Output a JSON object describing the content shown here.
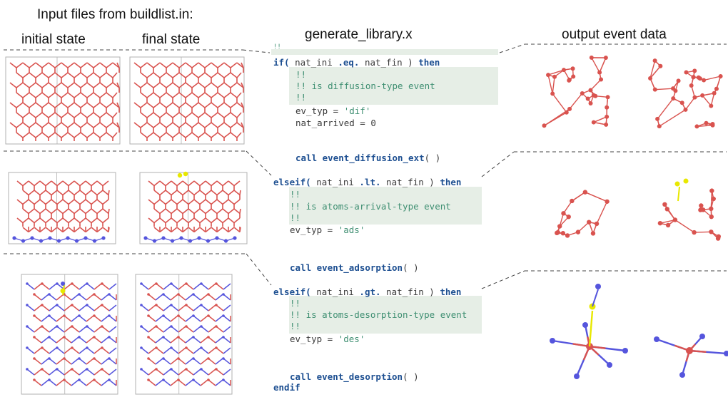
{
  "headers": {
    "input_files": "Input files from buildlist.in:",
    "initial_state": "initial state",
    "final_state": "final state",
    "generate_library": "generate_library.x",
    "output_event": "output event data"
  },
  "code": {
    "blank_comment": "!!",
    "if_kw": "if(",
    "if_cond_a": " nat_ini ",
    "eq_op": ".eq.",
    "if_cond_b": " nat_fin ) ",
    "then_kw": "then",
    "comment_open": "!!",
    "dif_comment": "!! is diffusion-type event",
    "comment_close": "!!",
    "ev_typ_dif": "ev_typ = ",
    "dif_val": "'dif'",
    "nat_arrived": "nat_arrived = 0",
    "call1_kw": "call",
    "call1_name": "event_diffusion_ext",
    "call1_args": "( )",
    "elseif1_kw": "elseif(",
    "elseif1_cond_a": " nat_ini ",
    "lt_op": ".lt.",
    "elseif1_cond_b": " nat_fin ) ",
    "then1_kw": "then",
    "ads_comment_open": "!!",
    "ads_comment": "!! is atoms-arrival-type event",
    "ads_comment_close": "!!",
    "ev_typ_ads": "ev_typ = ",
    "ads_val": "'ads'",
    "call2_kw": "call",
    "call2_name": "event_adsorption",
    "call2_args": "( )",
    "elseif2_kw": "elseif(",
    "elseif2_cond_a": " nat_ini ",
    "gt_op": ".gt.",
    "elseif2_cond_b": " nat_fin ) ",
    "then2_kw": "then",
    "des_comment_open": "!!",
    "des_comment": "!! is atoms-desorption-type event",
    "des_comment_close": "!!",
    "ev_typ_des": "ev_typ = ",
    "des_val": "'des'",
    "call3_kw": "call",
    "call3_name": "event_desorption",
    "call3_args": "( )",
    "endif_kw": "endif"
  },
  "colors": {
    "red_bond": "#d9534f",
    "blue_atom": "#5555dd",
    "yellow_atom": "#e8e800",
    "frame": "#b0b0b0",
    "code_highlight": "#e6eee6"
  },
  "icons": [
    "crystal-structure-image",
    "molecular-fragment-image"
  ]
}
